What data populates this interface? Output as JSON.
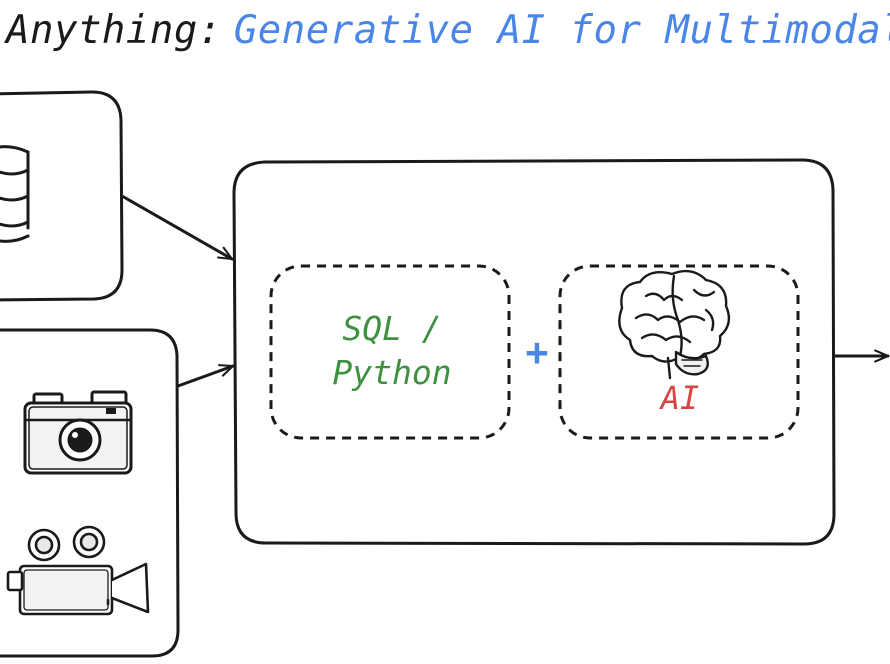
{
  "title": {
    "prefix": "Anything:",
    "highlight": "Generative AI for Multimodal An"
  },
  "colors": {
    "ink": "#1a1a1a",
    "title_accent": "#4a86e8",
    "sql_python": "#3f9142",
    "plus": "#4a86e8",
    "ai": "#d64541"
  },
  "process": {
    "code_label_line1": "SQL /",
    "code_label_line2": "Python",
    "plus_sign": "+",
    "ai_label": "AI"
  },
  "icons": {
    "structured_source": "database-icon",
    "media_photo": "camera-icon",
    "media_video": "video-camera-icon",
    "intelligence": "brain-icon"
  }
}
